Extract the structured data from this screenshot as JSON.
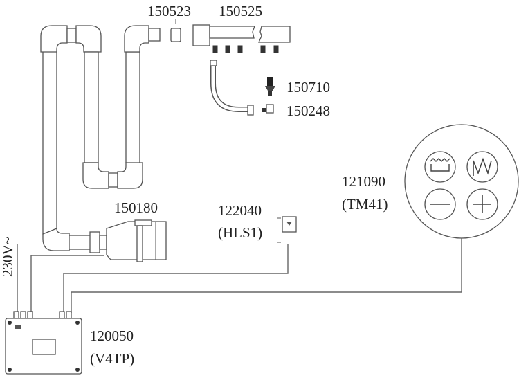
{
  "parts": {
    "coupling": {
      "code": "150523"
    },
    "manifold": {
      "code": "150525"
    },
    "valve": {
      "code": "150710"
    },
    "connector": {
      "code": "150248"
    },
    "pump": {
      "code": "150180"
    },
    "level_sensor": {
      "code": "122040",
      "model": "(HLS1)"
    },
    "control_panel": {
      "code": "121090",
      "model": "(TM41)"
    },
    "control_unit": {
      "code": "120050",
      "model": "(V4TP)"
    }
  },
  "power": {
    "label": "230V~"
  }
}
